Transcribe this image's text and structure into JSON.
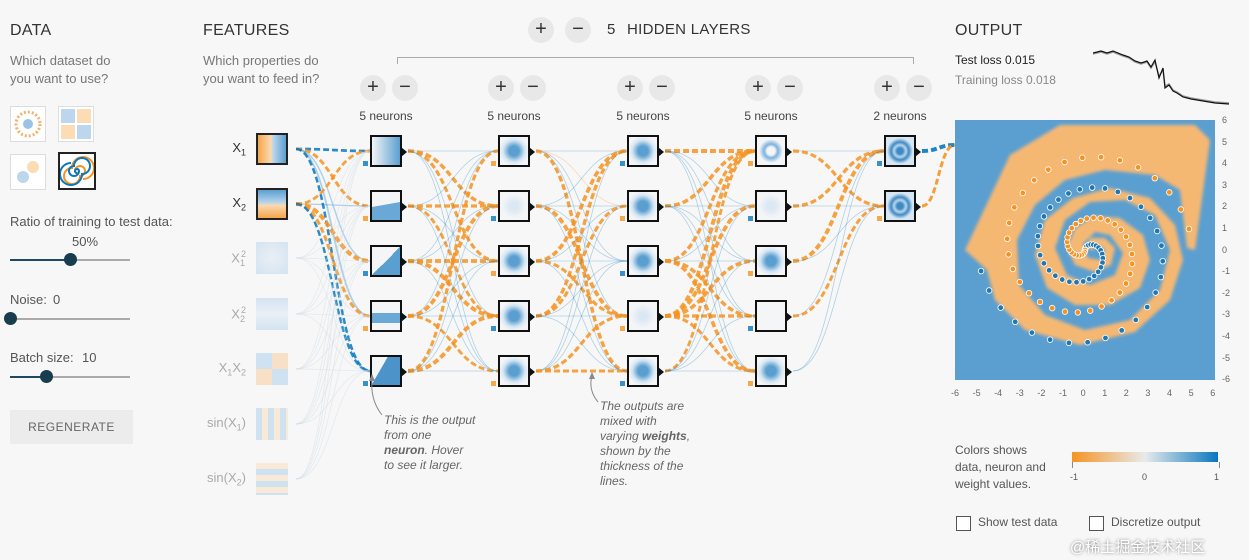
{
  "data_panel": {
    "title": "DATA",
    "question": "Which dataset do you want to use?",
    "ratio_label": "Ratio of training to test data:",
    "ratio_value": "50%",
    "ratio_fraction": 0.5,
    "noise_label": "Noise:",
    "noise_value": "0",
    "noise_fraction": 0.0,
    "batch_label": "Batch size:",
    "batch_value": "10",
    "batch_fraction": 0.3,
    "regenerate_label": "REGENERATE"
  },
  "features_panel": {
    "title": "FEATURES",
    "question": "Which properties do you want to feed in?",
    "features": [
      {
        "label": "X1",
        "base": "X",
        "sub": "1",
        "sup": "",
        "active": true
      },
      {
        "label": "X2",
        "base": "X",
        "sub": "2",
        "sup": "",
        "active": true
      },
      {
        "label": "X1^2",
        "base": "X",
        "sub": "1",
        "sup": "2",
        "active": false
      },
      {
        "label": "X2^2",
        "base": "X",
        "sub": "2",
        "sup": "2",
        "active": false
      },
      {
        "label": "X1X2",
        "base": "X",
        "sub": "1",
        "sup": "",
        "active": false
      },
      {
        "label": "sin(X1)",
        "base": "sin(X",
        "sub": "1",
        "sup": "",
        "active": false
      },
      {
        "label": "sin(X2)",
        "base": "sin(X",
        "sub": "2",
        "sup": "",
        "active": false
      }
    ]
  },
  "hidden_layers": {
    "count": "5",
    "label": "HIDDEN LAYERS",
    "layers": [
      {
        "neurons_label": "5 neurons"
      },
      {
        "neurons_label": "5 neurons"
      },
      {
        "neurons_label": "5 neurons"
      },
      {
        "neurons_label": "5 neurons"
      },
      {
        "neurons_label": "2 neurons"
      }
    ]
  },
  "notes": {
    "neuron_note_1": "This is the output",
    "neuron_note_2": "from one",
    "neuron_note_3": "neuron",
    "neuron_note_4": ". Hover",
    "neuron_note_5": "to see it larger.",
    "weights_note_1": "The outputs are",
    "weights_note_2": "mixed with",
    "weights_note_3": "varying",
    "weights_note_4": "weights",
    "weights_note_5": ",",
    "weights_note_6": "shown by the",
    "weights_note_7": "thickness of the",
    "weights_note_8": "lines."
  },
  "output_panel": {
    "title": "OUTPUT",
    "test_loss_label": "Test loss",
    "test_loss_value": "0.015",
    "training_loss_label": "Training loss",
    "training_loss_value": "0.018",
    "y_ticks": [
      "6",
      "5",
      "4",
      "3",
      "2",
      "1",
      "0",
      "-1",
      "-2",
      "-3",
      "-4",
      "-5",
      "-6"
    ],
    "x_ticks": [
      "-6",
      "-5",
      "-4",
      "-3",
      "-2",
      "-1",
      "0",
      "1",
      "2",
      "3",
      "4",
      "5",
      "6"
    ],
    "legend_text_1": "Colors shows",
    "legend_text_2": "data, neuron and",
    "legend_text_3": "weight values.",
    "legend_min": "-1",
    "legend_mid": "0",
    "legend_max": "1",
    "show_test_label": "Show test data",
    "discretize_label": "Discretize output"
  },
  "watermark": "@稀土掘金技术社区",
  "colors": {
    "orange": "#f59322",
    "blue": "#0877bd",
    "dark": "#183d4e"
  }
}
